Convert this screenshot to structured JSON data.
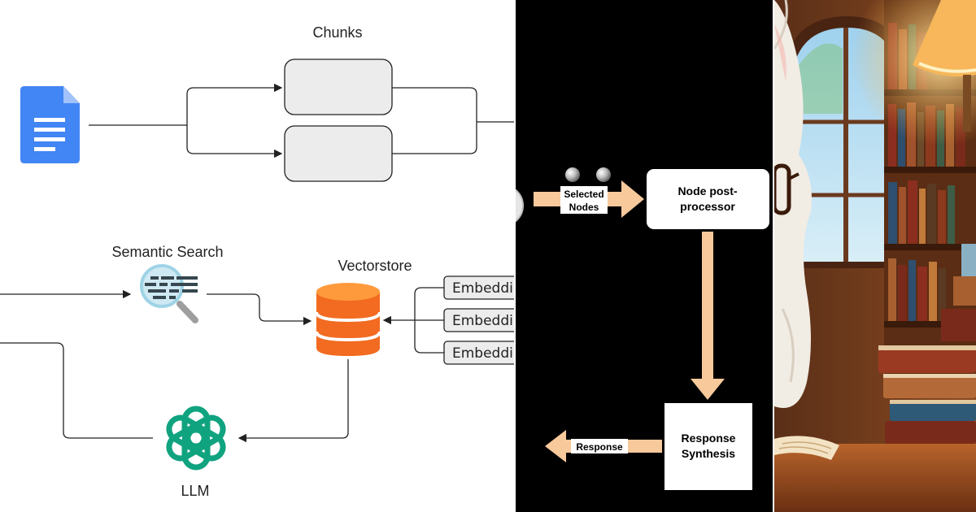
{
  "panels": {
    "rag": {
      "chunks_label": "Chunks",
      "semantic_search_label": "Semantic Search",
      "vectorstore_label": "Vectorstore",
      "llm_label": "LLM",
      "embedding_labels": [
        "Embeddi",
        "Embeddi",
        "Embeddi"
      ],
      "icons": [
        "document-icon",
        "search-magnifier-icon",
        "database-icon",
        "openai-logo"
      ]
    },
    "pipeline": {
      "selected_nodes_line1": "Selected",
      "selected_nodes_line2": "Nodes",
      "node_postprocessor_line1": "Node post-",
      "node_postprocessor_line2": "processor",
      "response_synthesis_line1": "Response",
      "response_synthesis_line2": "Synthesis",
      "response_label": "Response"
    },
    "illustration": {
      "subject": "cozy library with bookshelves, lamp, stacked books and a cat wearing glasses"
    }
  },
  "colors": {
    "doc_blue": "#4285f4",
    "vectorstore_orange": "#f47c20",
    "openai_green": "#10a37f",
    "arrow_peach": "#f7c99b",
    "chunk_fill": "#ececec"
  }
}
